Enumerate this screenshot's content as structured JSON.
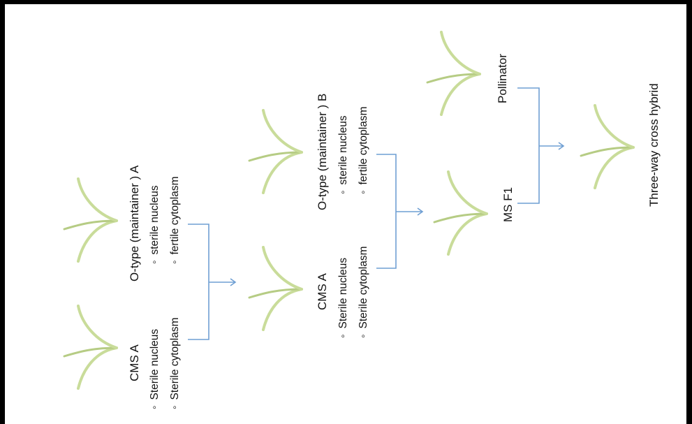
{
  "crosses": [
    {
      "female": {
        "name": "CMS A",
        "traits": [
          "Sterile nucleus",
          "Sterile cytoplasm"
        ]
      },
      "male": {
        "name": "O-type (maintainer ) A",
        "traits": [
          "sterile nucleus",
          "fertile cytoplasm"
        ]
      }
    },
    {
      "female": {
        "name": "CMS A",
        "traits": [
          "Sterile nucleus",
          "Sterile cytoplasm"
        ]
      },
      "male": {
        "name": "O-type (maintainer ) B",
        "traits": [
          "sterile nucleus",
          "fertile cytoplasm"
        ]
      }
    },
    {
      "female": {
        "name": "MS F1"
      },
      "male": {
        "name": "Pollinator"
      }
    }
  ],
  "result": {
    "name": "Three-way cross hybrid"
  },
  "bullet": "◦",
  "colors": {
    "plant": "#c9dc9a",
    "connector": "#6f9fd3",
    "border": "#000000"
  }
}
